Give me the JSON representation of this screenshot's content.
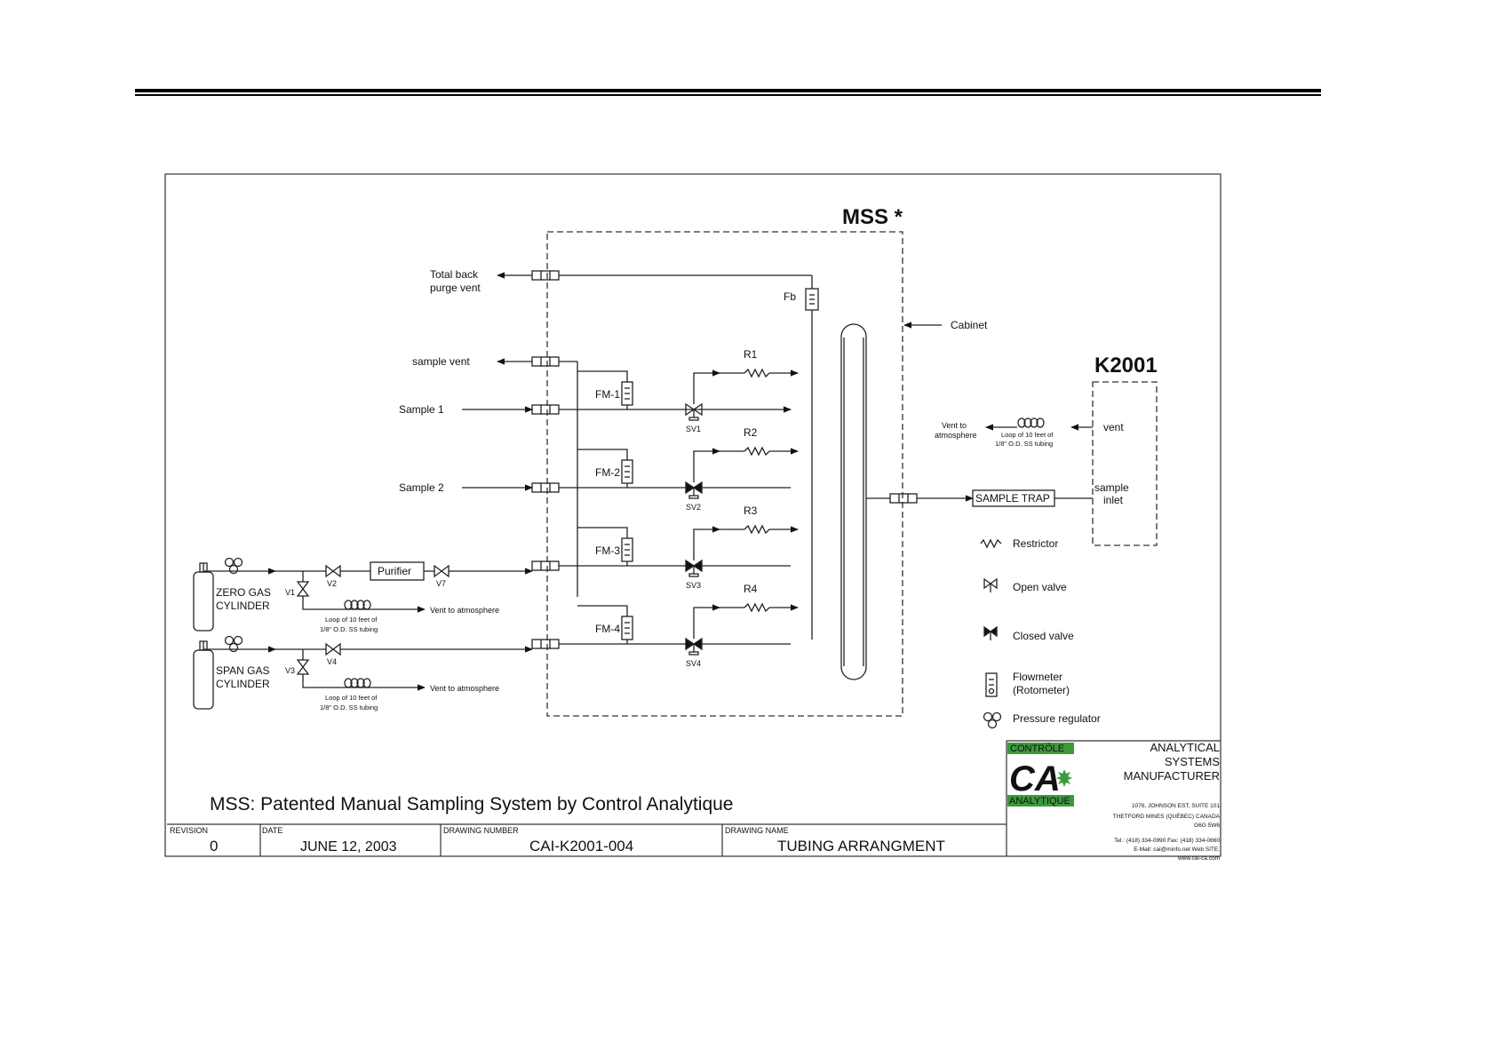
{
  "diagram": {
    "title": "MSS *",
    "analyzer": "K2001",
    "labels": {
      "total_back_purge_vent_1": "Total back",
      "total_back_purge_vent_2": "purge vent",
      "fb": "Fb",
      "cabinet": "Cabinet",
      "sample_vent": "sample vent",
      "sample_1": "Sample 1",
      "sample_2": "Sample 2",
      "fm1": "FM-1",
      "fm2": "FM-2",
      "fm3": "FM-3",
      "fm4": "FM-4",
      "r1": "R1",
      "r2": "R2",
      "r3": "R3",
      "r4": "R4",
      "sv1": "SV1",
      "sv2": "SV2",
      "sv3": "SV3",
      "sv4": "SV4",
      "v1": "V1",
      "v2": "V2",
      "v3": "V3",
      "v4": "V4",
      "v7": "V7",
      "purifier": "Purifier",
      "zero_gas_1": "ZERO GAS",
      "zero_gas_2": "CYLINDER",
      "span_gas_1": "SPAN GAS",
      "span_gas_2": "CYLINDER",
      "loop_1": "Loop of 10 feet of",
      "loop_2": "1/8\" O.D. SS tubing",
      "vent_to_atmosphere": "Vent to atmosphere",
      "k_vent_to_1": "Vent to",
      "k_vent_to_2": "atmosphere",
      "k_vent": "vent",
      "k_sample_1": "sample",
      "k_sample_2": "inlet",
      "sample_trap": "SAMPLE TRAP"
    },
    "legend": {
      "restrictor": "Restrictor",
      "open_valve": "Open valve",
      "closed_valve": "Closed valve",
      "flowmeter_1": "Flowmeter",
      "flowmeter_2": "(Rotometer)",
      "pressure_regulator": "Pressure regulator"
    },
    "subtitle": "MSS: Patented Manual Sampling System by Control Analytique"
  },
  "title_block": {
    "revision_caption": "REVISION",
    "revision": "0",
    "date_caption": "DATE",
    "date": "JUNE 12, 2003",
    "drawing_number_caption": "DRAWING NUMBER",
    "drawing_number": "CAI-K2001-004",
    "drawing_name_caption": "DRAWING NAME",
    "drawing_name": "TUBING ARRANGMENT"
  },
  "company": {
    "logo_top": "CONTRÔLE",
    "logo_mark": "CA",
    "logo_bottom": "ANALYTIQUE",
    "name_1": "ANALYTICAL",
    "name_2": "SYSTEMS",
    "name_3": "MANUFACTURER",
    "addr_1": "1076, JOHNSON EST, SUITE 101",
    "addr_2": "THETFORD MINES (QUÉBEC) CANADA",
    "addr_3": "G6G 5W6",
    "contact_1": "Tel.: (418) 334-0990 Fax: (418) 334-0660",
    "contact_2": "E-Mail: cai@minfo.net Web SITE:",
    "contact_3": "www.cai-ca.com",
    "logo_green": "#3c9a3c"
  }
}
